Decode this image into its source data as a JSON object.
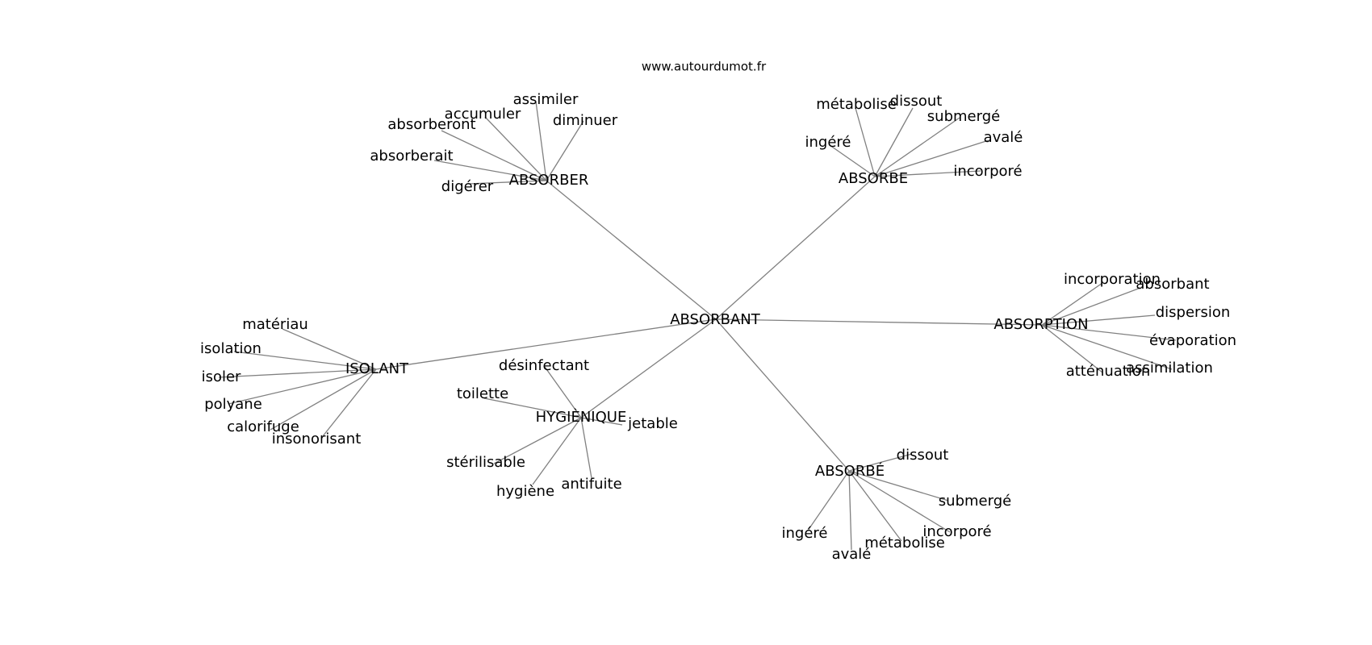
{
  "source": "www.autourdumot.fr",
  "center": "ABSORBANT",
  "groups": [
    {
      "hub": "ABSORBER",
      "leaves": [
        "assimiler",
        "accumuler",
        "diminuer",
        "absorberont",
        "absorberait",
        "digérer"
      ]
    },
    {
      "hub": "ABSORBE",
      "leaves": [
        "métabolise",
        "dissout",
        "submergé",
        "ingéré",
        "avalé",
        "incorporé"
      ]
    },
    {
      "hub": "ABSORPTION",
      "leaves": [
        "incorporation",
        "absorbant",
        "dispersion",
        "évaporation",
        "assimilation",
        "atténuation"
      ]
    },
    {
      "hub": "ISOLANT",
      "leaves": [
        "matériau",
        "isolation",
        "isoler",
        "polyane",
        "calorifuge",
        "insonorisant"
      ]
    },
    {
      "hub": "HYGIÈNIQUE",
      "leaves": [
        "désinfectant",
        "toilette",
        "jetable",
        "stérilisable",
        "hygiène",
        "antifuite"
      ]
    },
    {
      "hub": "ABSORBÉ",
      "leaves": [
        "dissout",
        "submergé",
        "incorporé",
        "métabolise",
        "avalé",
        "ingéré"
      ]
    }
  ]
}
